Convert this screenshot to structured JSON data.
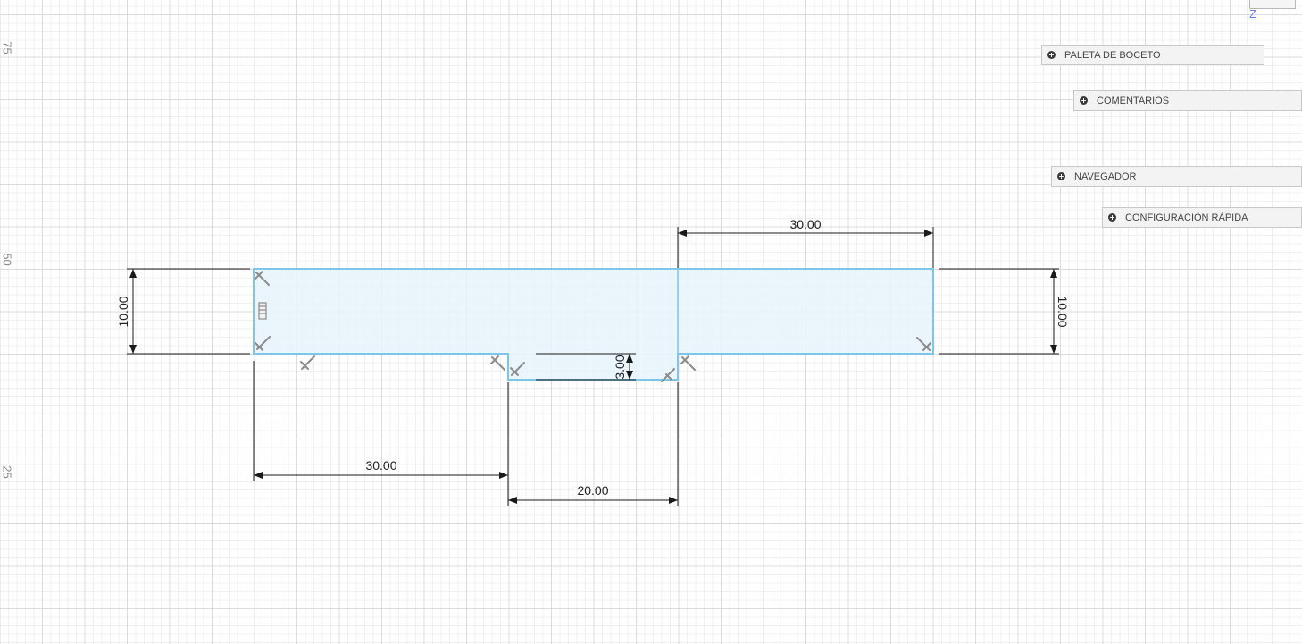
{
  "ruler": {
    "label_top": "75",
    "label_middle": "50",
    "label_bottom": "25"
  },
  "viewcube": {
    "axis_label": "Z"
  },
  "panels": {
    "sketch_palette": "PALETA DE BOCETO",
    "comments": "COMENTARIOS",
    "browser": "NAVEGADOR",
    "quick_setup": "CONFIGURACIÓN RÁPIDA"
  },
  "dimensions": {
    "top_width": "30.00",
    "left_height": "10.00",
    "right_height": "10.00",
    "notch_depth": "3.00",
    "bottom_left_width": "30.00",
    "notch_width": "20.00"
  },
  "colors": {
    "profile_stroke": "#7cc6e8",
    "profile_fill": "#e8f4fb",
    "dimension_line": "#1a1a1a",
    "constraint_glyph": "#8c8c8c",
    "axis_z": "#6f7ff0"
  }
}
